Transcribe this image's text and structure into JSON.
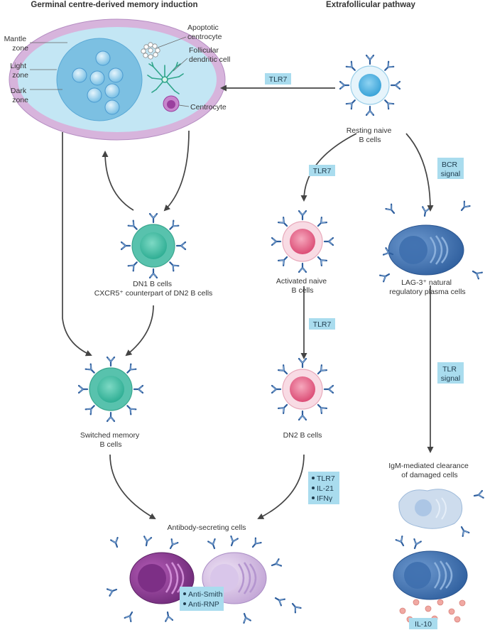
{
  "headers": {
    "left": "Germinal centre-derived memory induction",
    "right": "Extrafollicular pathway"
  },
  "germinal_centre": {
    "mantle_zone": [
      "Mantle",
      "zone"
    ],
    "light_zone": [
      "Light",
      "zone"
    ],
    "dark_zone": [
      "Dark",
      "zone"
    ],
    "apoptotic_centrocyte": [
      "Apoptotic",
      "centrocyte"
    ],
    "follicular_dendritic_cell": [
      "Follicular",
      "dendritic cell"
    ],
    "centrocyte": "Centrocyte"
  },
  "cells": {
    "resting_naive": [
      "Resting naive",
      "B cells"
    ],
    "dn1": [
      "DN1 B cells",
      "CXCR5⁺ counterpart of DN2 B cells"
    ],
    "activated_naive": [
      "Activated naive",
      "B cells"
    ],
    "lag3": [
      "LAG-3⁺ natural",
      "regulatory plasma cells"
    ],
    "switched_memory": [
      "Switched memory",
      "B cells"
    ],
    "dn2": "DN2 B cells",
    "igm_clearance": [
      "IgM-mediated clearance",
      "of damaged cells"
    ],
    "antibody_secreting": "Antibody-secreting cells"
  },
  "signals": {
    "tlr7_gc": "TLR7",
    "tlr7_activate": "TLR7",
    "bcr_signal": [
      "BCR",
      "signal"
    ],
    "tlr7_dn2": "TLR7",
    "tlr_signal": [
      "TLR",
      "signal"
    ],
    "asc_signals": [
      "TLR7",
      "IL-21",
      "IFNγ"
    ],
    "autoantibodies": [
      "Anti-Smith",
      "Anti-RNP"
    ],
    "il10": "IL-10"
  },
  "colors": {
    "label_box": "#a9dcee",
    "arrow": "#444444",
    "antibody": "#2f5f9e",
    "gc_outer": "#d7b4dc",
    "gc_light": "#b9e2f2",
    "gc_dark": "#7cc0e2",
    "naive": "#7ec8ec",
    "dn1": "#5cc8b0",
    "activated": "#f2a7bd",
    "plasma_blue": "#4a7fc0",
    "plasma_purple": "#9a3f9e",
    "plasma_lilac": "#d8c2e6"
  }
}
